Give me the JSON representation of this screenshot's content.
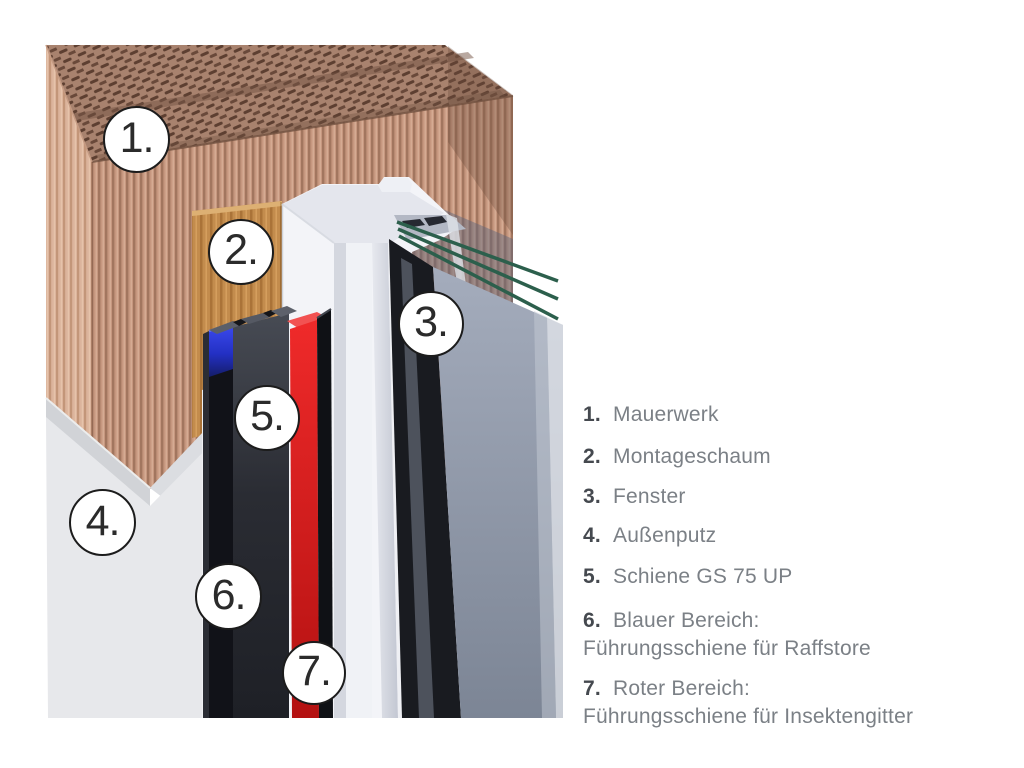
{
  "diagram": {
    "callouts": [
      {
        "num": "1."
      },
      {
        "num": "2."
      },
      {
        "num": "3."
      },
      {
        "num": "4."
      },
      {
        "num": "5."
      },
      {
        "num": "6."
      },
      {
        "num": "7."
      }
    ]
  },
  "legend": {
    "items": [
      {
        "num": "1.",
        "label": "Mauerwerk"
      },
      {
        "num": "2.",
        "label": "Montageschaum"
      },
      {
        "num": "3.",
        "label": "Fenster"
      },
      {
        "num": "4.",
        "label": "Außenputz"
      },
      {
        "num": "5.",
        "label": "Schiene GS 75 UP"
      },
      {
        "num": "6.",
        "label": "Blauer Bereich:",
        "line2": "Führungsschiene für Raffstore"
      },
      {
        "num": "7.",
        "label": "Roter Bereich:",
        "line2": "Führungsschiene für Insektengitter"
      }
    ]
  },
  "colors": {
    "background": "#ffffff",
    "brick_front": "#c6977f",
    "brick_top": "#a8826e",
    "wood_foam": "#c38c4d",
    "plaster": "#e7e8eb",
    "frame_white": "#f3f4f8",
    "glass_pane": "#8e97a8",
    "rail_dark": "#2a2d34",
    "blue_guide": "#2e3ce0",
    "red_guide": "#e31c1c",
    "glazing_line": "#2c5f4c",
    "callout_border": "#1c1c1c",
    "text_number": "#45494f",
    "text_label": "#7b8086"
  }
}
